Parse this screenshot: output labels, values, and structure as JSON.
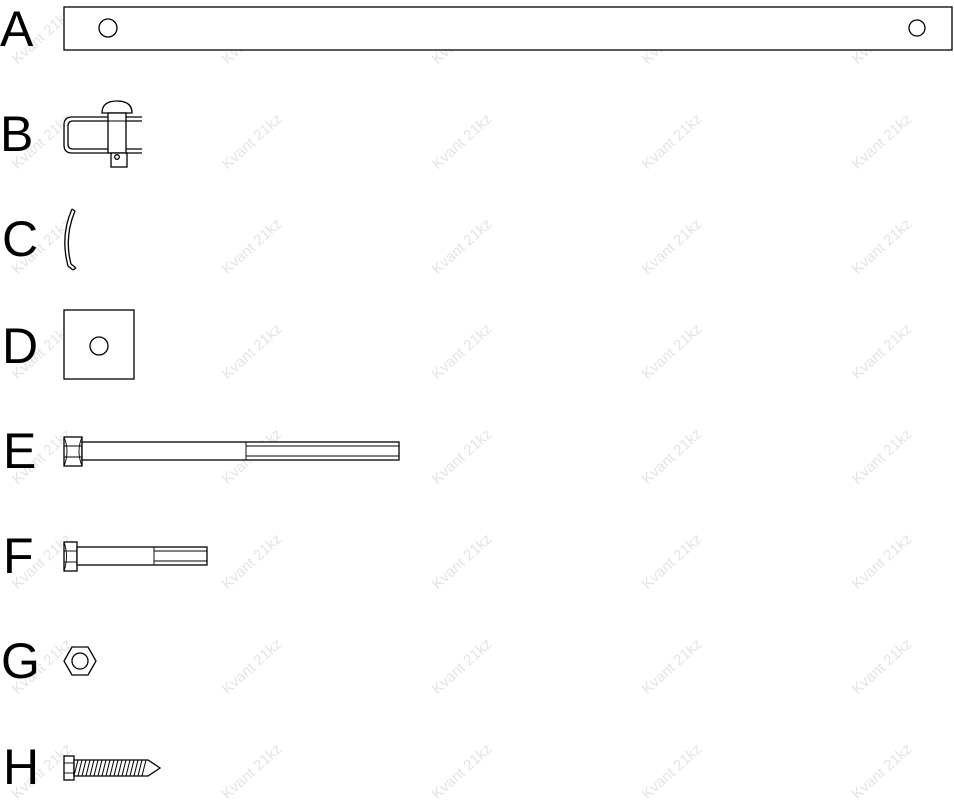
{
  "watermark": {
    "text": "Kvant 21kz"
  },
  "parts": [
    {
      "letter": "A",
      "icon": "flat-bar-icon"
    },
    {
      "letter": "B",
      "icon": "clevis-pin-clip-icon"
    },
    {
      "letter": "C",
      "icon": "curved-spring-clip-icon"
    },
    {
      "letter": "D",
      "icon": "square-washer-icon"
    },
    {
      "letter": "E",
      "icon": "long-hex-bolt-icon"
    },
    {
      "letter": "F",
      "icon": "short-hex-bolt-icon"
    },
    {
      "letter": "G",
      "icon": "hex-nut-icon"
    },
    {
      "letter": "H",
      "icon": "lag-screw-icon"
    }
  ]
}
